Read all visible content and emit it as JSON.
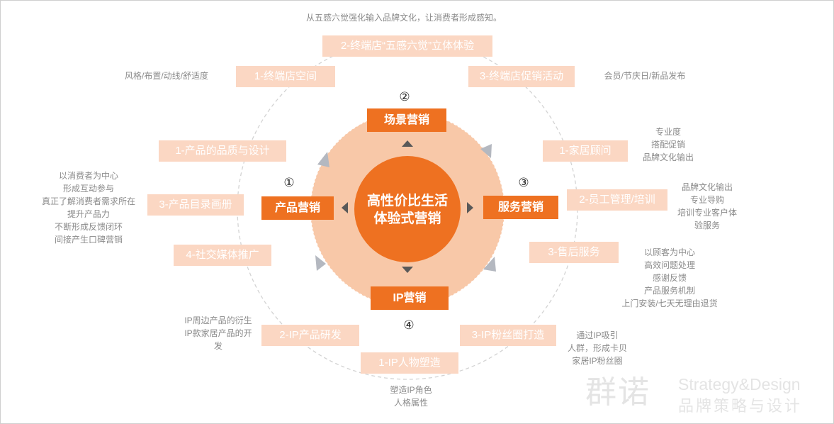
{
  "center": {
    "line1": "高性价比生活",
    "line2": "体验式营销"
  },
  "scene": {
    "title": "场景营销",
    "number": "②",
    "top_note": "从五感六觉强化输入品牌文化，让消费者形成感知。",
    "items": [
      {
        "label": "1-终端店空间",
        "note": "风格/布置/动线/舒适度"
      },
      {
        "label": "2-终端店“五感六觉”立体体验"
      },
      {
        "label": "3-终端店促销活动",
        "note": "会员/节庆日/新品发布"
      }
    ]
  },
  "product": {
    "title": "产品营销",
    "number": "①",
    "note_lines": [
      "以消费者为中心",
      "形成互动参与",
      "真正了解消费者需求所在",
      "提升产品力",
      "不断形成反馈闭环",
      "间接产生口碑营销"
    ],
    "items": [
      {
        "label": "1-产品的品质与设计"
      },
      {
        "label": "3-产品目录画册"
      },
      {
        "label": "4-社交媒体推广"
      }
    ]
  },
  "service": {
    "title": "服务营销",
    "number": "③",
    "items": [
      {
        "label": "1-家居顾问",
        "note_lines": [
          "专业度",
          "搭配促销",
          "品牌文化输出"
        ]
      },
      {
        "label": "2-员工管理/培训",
        "note_lines": [
          "品牌文化输出",
          "专业导购",
          "培训专业客户体",
          "验服务"
        ]
      },
      {
        "label": "3-售后服务",
        "note_lines": [
          "以顾客为中心",
          "高效问题处理",
          "感谢反馈",
          "产品服务机制",
          "上门安装/七天无理由退货"
        ]
      }
    ]
  },
  "ip": {
    "title": "IP营销",
    "number": "④",
    "items": [
      {
        "label": "1-IP人物塑造",
        "note_lines": [
          "塑造IP角色",
          "人格属性"
        ]
      },
      {
        "label": "2-IP产品研发",
        "note_lines": [
          "IP周边产品的衍生",
          "IP款家居产品的开",
          "发"
        ]
      },
      {
        "label": "3-IP粉丝圈打造",
        "note_lines": [
          "通过IP吸引",
          "人群，形成卡贝",
          "家居IP粉丝圈"
        ]
      }
    ]
  },
  "watermark": {
    "cn": "群诺",
    "en": "Strategy&Design",
    "sub": "品牌策略与设计"
  },
  "colors": {
    "orange": "#ee7121",
    "peach": "#f8c8a8",
    "light_box": "#fbd7c3",
    "arrow_gray": "#b4b8c0"
  }
}
